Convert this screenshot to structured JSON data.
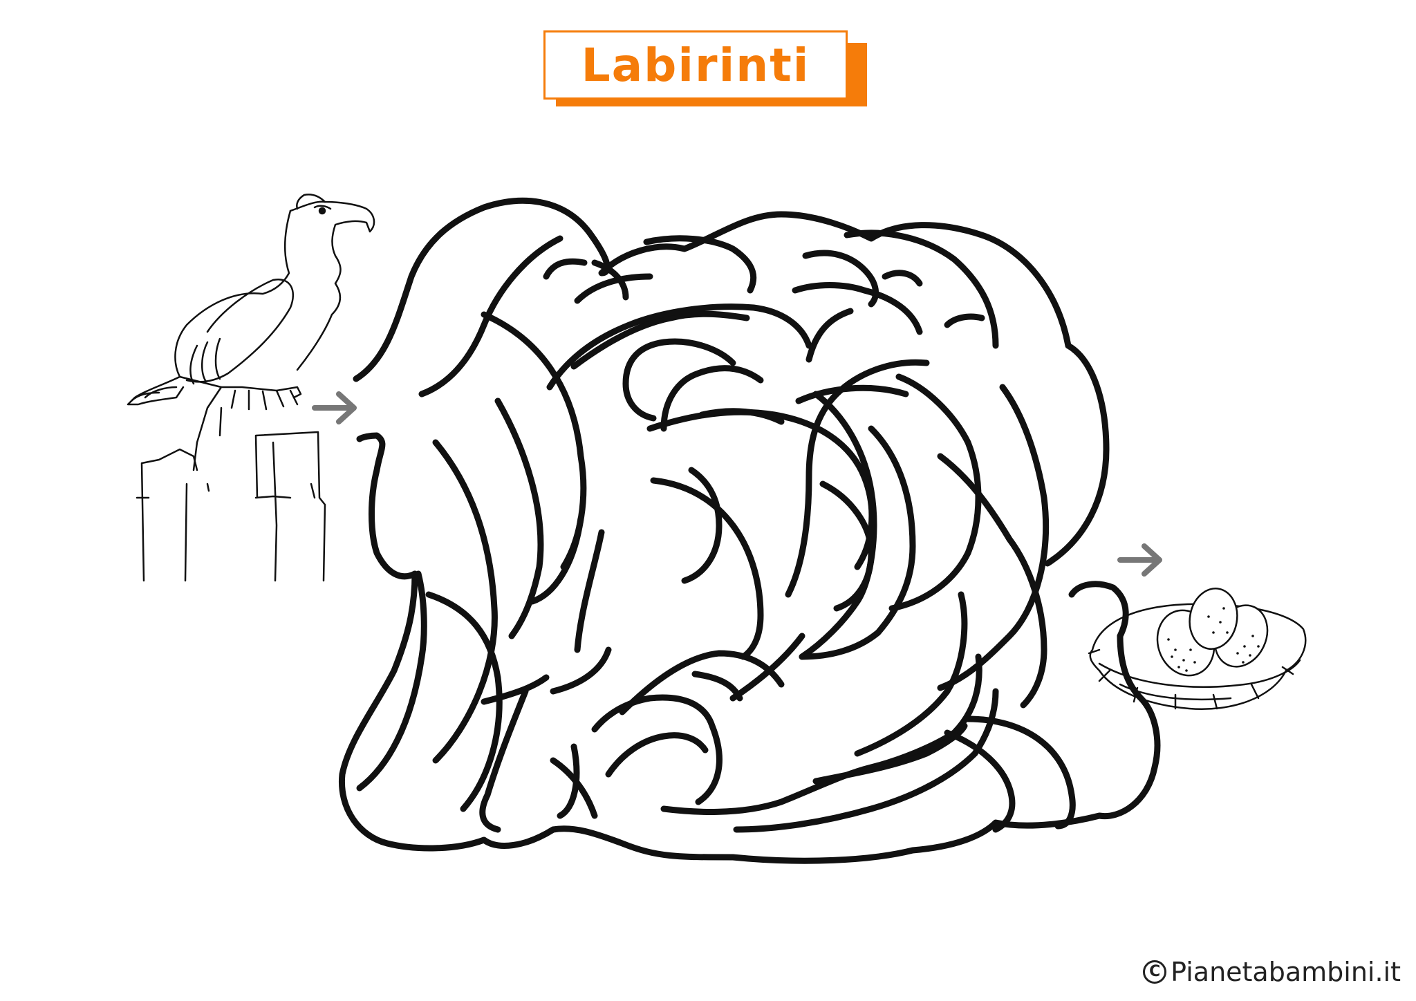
{
  "title": "Labirinti",
  "copyright": {
    "symbol": "C",
    "text": "Pianetabambini.it"
  },
  "start_character": "eagle",
  "goal": "nest-with-eggs",
  "colors": {
    "accent": "#f57c0a",
    "ink": "#111111",
    "arrow": "#777777"
  },
  "icons": {
    "start_arrow": "arrow-right-icon",
    "end_arrow": "arrow-right-icon"
  }
}
